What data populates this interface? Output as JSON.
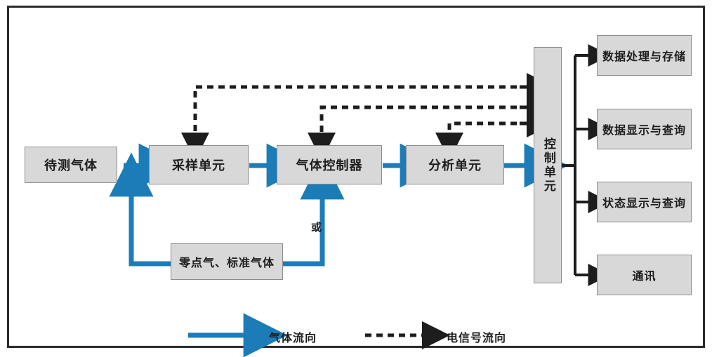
{
  "diagram": {
    "title": "",
    "colors": {
      "gas_flow": "#1b7cb8",
      "signal_flow": "#1d1d1d",
      "node_fill": "#d8d8d8",
      "node_border": "#8c8c8c",
      "frame_border": "#2a2a2a"
    },
    "nodes": [
      {
        "id": "sample-gas",
        "label": "待测气体",
        "orientation": "horizontal"
      },
      {
        "id": "sampling-unit",
        "label": "采样单元",
        "orientation": "horizontal"
      },
      {
        "id": "gas-controller",
        "label": "气体控制器",
        "orientation": "horizontal"
      },
      {
        "id": "analysis-unit",
        "label": "分析单元",
        "orientation": "horizontal"
      },
      {
        "id": "control-unit",
        "label": "控制单元",
        "orientation": "vertical"
      },
      {
        "id": "reference-gas",
        "label": "零点气、标准气体",
        "orientation": "horizontal"
      },
      {
        "id": "data-processing",
        "label": "数据处理与存储",
        "orientation": "horizontal"
      },
      {
        "id": "data-display",
        "label": "数据显示与查询",
        "orientation": "horizontal"
      },
      {
        "id": "status-display",
        "label": "状态显示与查询",
        "orientation": "horizontal"
      },
      {
        "id": "communication",
        "label": "通讯",
        "orientation": "horizontal"
      }
    ],
    "annotations": [
      {
        "id": "or-label",
        "label": "或"
      }
    ],
    "legend": [
      {
        "id": "gas-flow",
        "label": "气体流向",
        "style": "solid",
        "color": "#1b7cb8"
      },
      {
        "id": "signal-flow",
        "label": "电信号流向",
        "style": "dashed",
        "color": "#1d1d1d"
      }
    ]
  }
}
